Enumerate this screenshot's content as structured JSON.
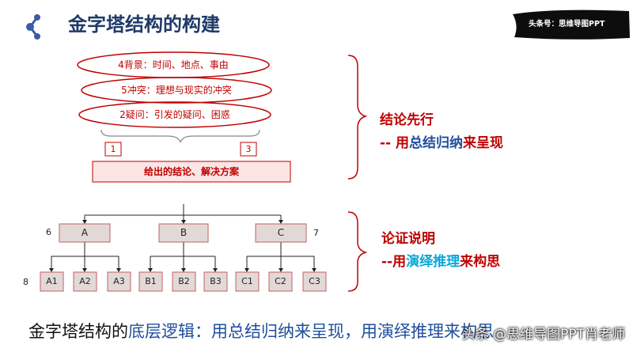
{
  "header": {
    "title": "金字塔结构的构建",
    "brand_badge": "头条号：思维导图PPT",
    "colors": {
      "title": "#1f3a6a",
      "accent_red": "#c00000",
      "logo_blue": "#3b5ba8"
    }
  },
  "diagram": {
    "ovals": [
      "4背景：时间、地点、事由",
      "5冲突：理想与现实的冲突",
      "2疑问：引发的疑问、困惑"
    ],
    "markers": [
      "1",
      "3"
    ],
    "conclusion": "给出的结论、解决方案",
    "nodes": [
      {
        "label": "A",
        "number": "6",
        "children": [
          "A1",
          "A2",
          "A3"
        ]
      },
      {
        "label": "B",
        "number": "",
        "children": [
          "B1",
          "B2",
          "B3"
        ]
      },
      {
        "label": "C",
        "number": "7",
        "children": [
          "C1",
          "C2",
          "C3"
        ]
      }
    ],
    "leaf_row_number": "8"
  },
  "side": {
    "top": {
      "heading": "结论先行",
      "sub": {
        "prefix": "-- 用",
        "highlight": "总结归纳",
        "suffix": "来呈现"
      }
    },
    "bottom": {
      "heading": "论证说明",
      "sub": {
        "prefix": "--用",
        "highlight": "演绎推理",
        "suffix": "来构思"
      }
    }
  },
  "footer": {
    "text_plain": "金字塔结构的",
    "text_highlight": "底层逻辑：用总结归纳来呈现，",
    "text_rest": "用演绎推理来构思",
    "watermark": "头条 @思维导图PPT肖老师"
  }
}
